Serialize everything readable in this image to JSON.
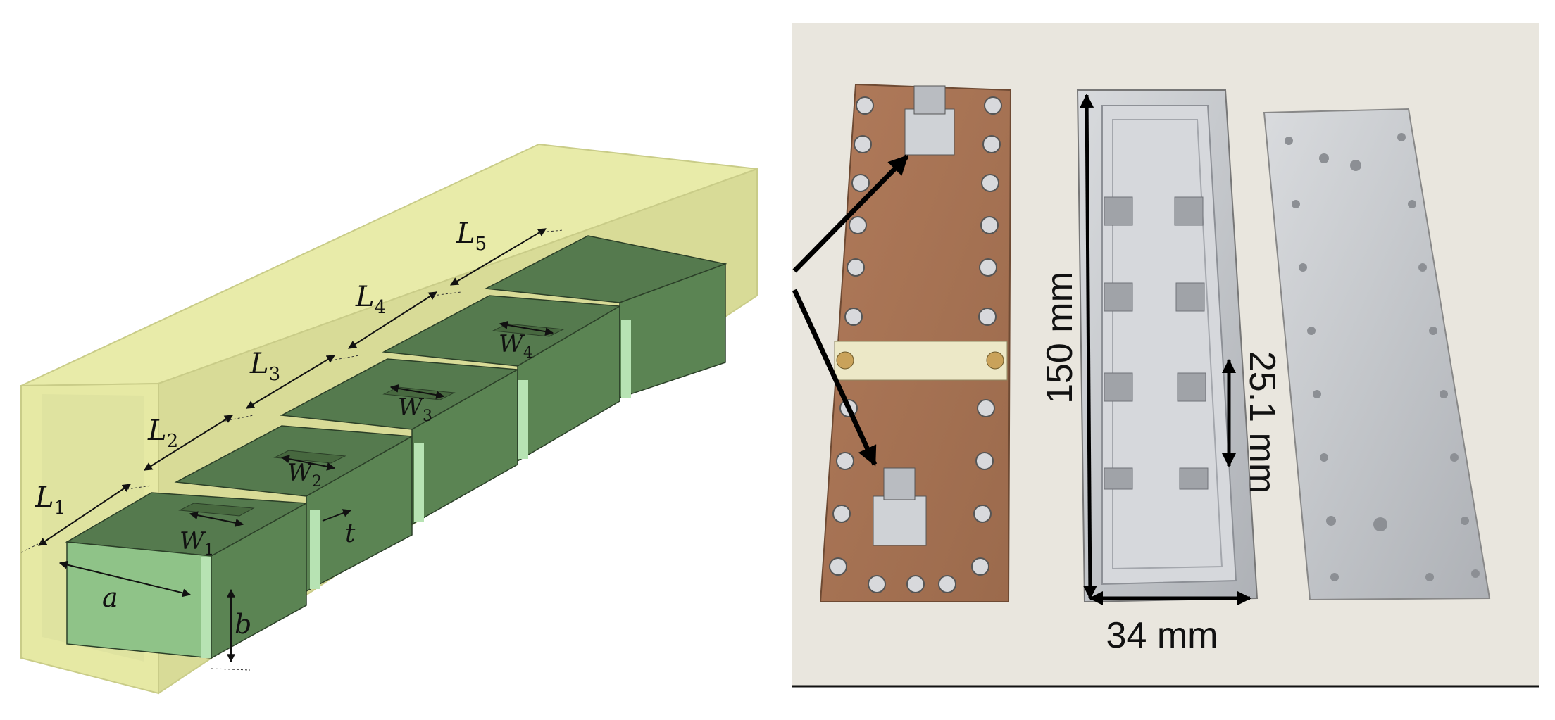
{
  "cad_model": {
    "labels": {
      "L1": "L",
      "L1_sub": "1",
      "L2": "L",
      "L2_sub": "2",
      "L3": "L",
      "L3_sub": "3",
      "L4": "L",
      "L4_sub": "4",
      "L5": "L",
      "L5_sub": "5",
      "W1": "W",
      "W1_sub": "1",
      "W2": "W",
      "W2_sub": "2",
      "W3": "W",
      "W3_sub": "3",
      "W4": "W",
      "W4_sub": "4",
      "a": "a",
      "b": "b",
      "t": "t"
    },
    "colors": {
      "housing": "#e6e9a4",
      "resonator_top": "#557a4e",
      "resonator_side": "#638d5a",
      "gap_highlight": "#b7e3b3"
    }
  },
  "photo": {
    "dimensions": {
      "length": "150 mm",
      "period": "25.1 mm",
      "width": "34 mm"
    },
    "colors": {
      "background": "#e9e6de",
      "copper": "#a97454",
      "aluminum": "#c9cbcf"
    }
  }
}
